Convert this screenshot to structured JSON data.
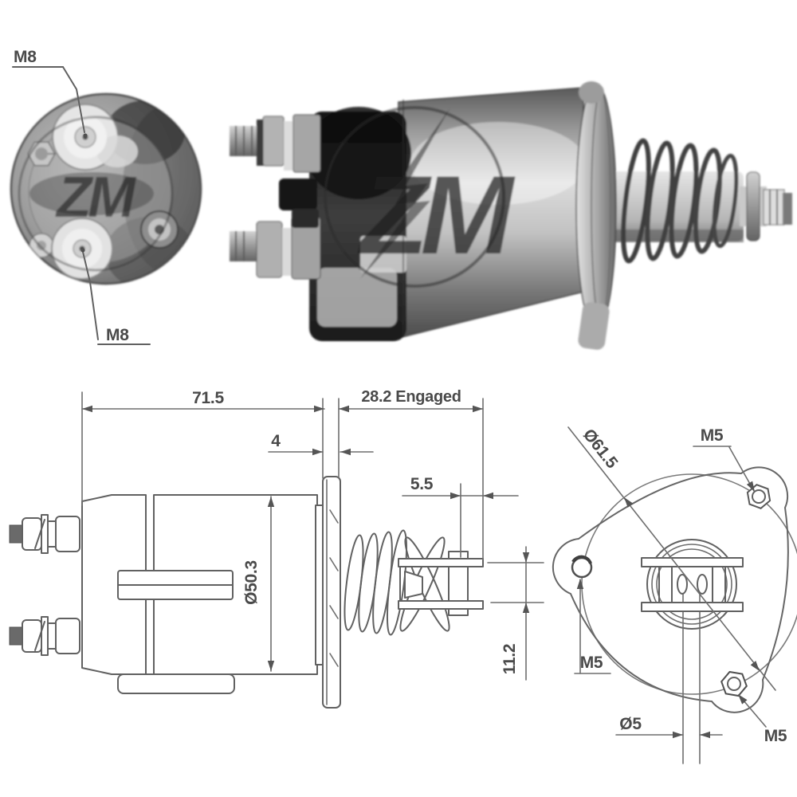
{
  "sheet": {
    "background": "#ffffff",
    "line_color": "#616161",
    "text_color": "#4a4a4a"
  },
  "photos": {
    "end_view": {
      "terminal_top_label": "M8",
      "terminal_bottom_label": "M8",
      "watermark": "ZM"
    },
    "side_view": {
      "watermark": "ZM"
    }
  },
  "side_drawing": {
    "overall_length": "71.5",
    "engaged_travel": "28.2 Engaged",
    "flange_thickness": "4",
    "plunger_protrusion": "5.5",
    "body_diameter": "Ø50.3",
    "plunger_travel": "11.2"
  },
  "flange_drawing": {
    "bolt_circle_diameter": "Ø61.5",
    "top_right_hole": "M5",
    "left_hole": "M5",
    "bottom_hole": "M5",
    "center_pin_diameter": "Ø5"
  }
}
